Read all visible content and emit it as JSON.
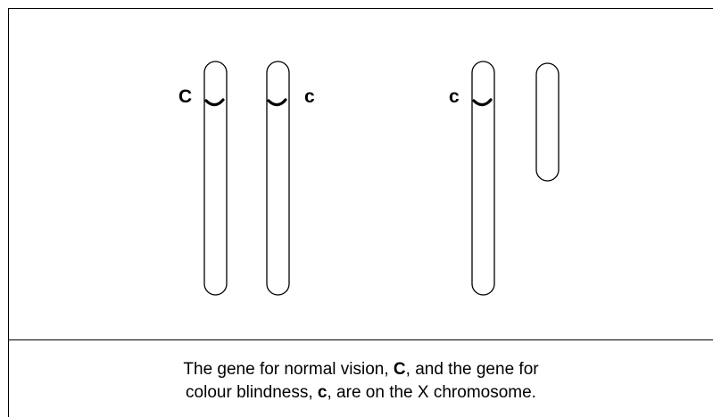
{
  "chromosomes": {
    "female_x1_gene": "C",
    "female_x2_gene": "c",
    "male_x_gene": "c"
  },
  "caption": {
    "line1_a": "The gene for normal vision, ",
    "line1_gene": "C",
    "line1_b": ", and the gene for",
    "line2_a": "colour blindness, ",
    "line2_gene": "c",
    "line2_b": ", are on the X chromosome."
  }
}
